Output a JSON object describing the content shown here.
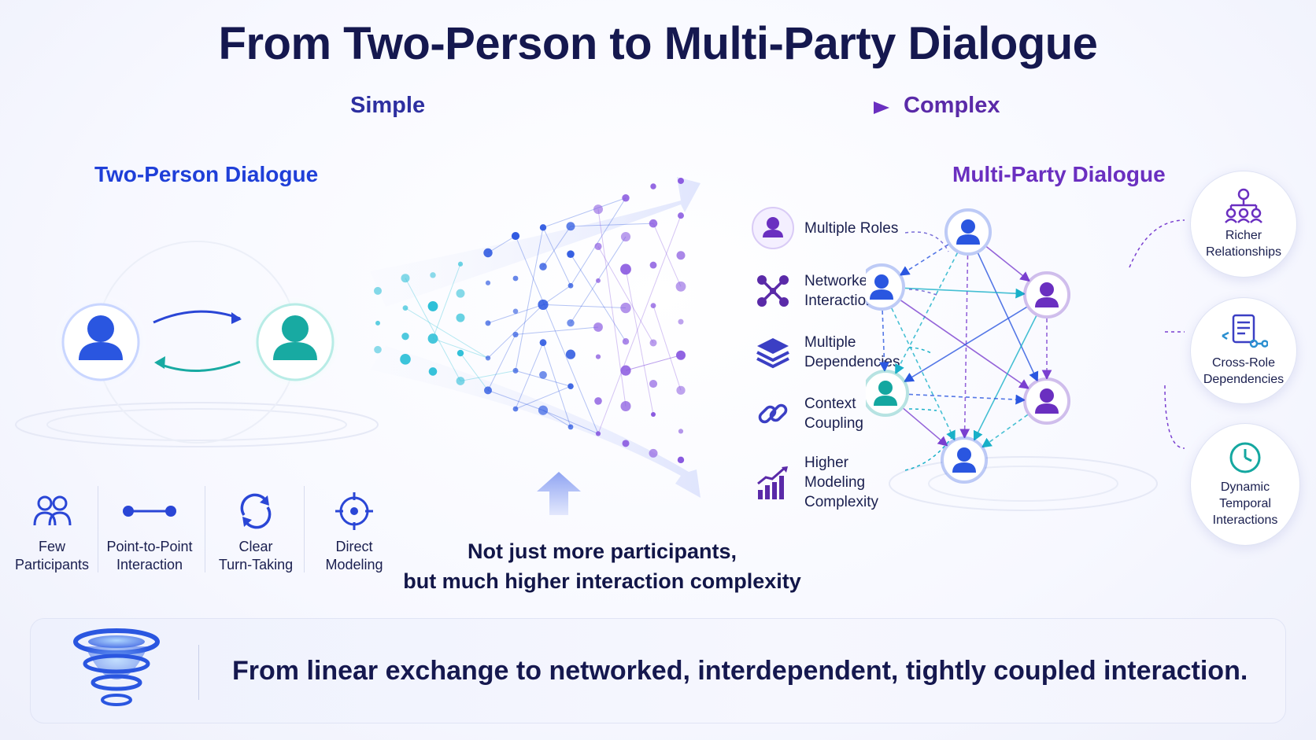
{
  "title": "From Two-Person to Multi-Party Dialogue",
  "scale": {
    "left": "Simple",
    "right": "Complex"
  },
  "two_person": {
    "title": "Two-Person Dialogue",
    "features": [
      {
        "icon": "people-icon",
        "line1": "Few",
        "line2": "Participants"
      },
      {
        "icon": "point-to-point-icon",
        "line1": "Point-to-Point",
        "line2": "Interaction"
      },
      {
        "icon": "cycle-arrows-icon",
        "line1": "Clear",
        "line2": "Turn-Taking"
      },
      {
        "icon": "target-icon",
        "line1": "Direct",
        "line2": "Modeling"
      }
    ]
  },
  "multi_party": {
    "title": "Multi-Party Dialogue",
    "items": [
      {
        "icon": "user-circle-icon",
        "lines": [
          "Multiple Roles"
        ]
      },
      {
        "icon": "network-icon",
        "lines": [
          "Networked",
          "Interaction"
        ]
      },
      {
        "icon": "layers-icon",
        "lines": [
          "Multiple",
          "Dependencies"
        ]
      },
      {
        "icon": "link-icon",
        "lines": [
          "Context",
          "Coupling"
        ]
      },
      {
        "icon": "growth-chart-icon",
        "lines": [
          "Higher",
          "Modeling",
          "Complexity"
        ]
      }
    ],
    "side": [
      {
        "icon": "hierarchy-icon",
        "lines": [
          "Richer",
          "Relationships"
        ]
      },
      {
        "icon": "document-flow-icon",
        "lines": [
          "Cross-Role",
          "Dependencies"
        ]
      },
      {
        "icon": "clock-icon",
        "lines": [
          "Dynamic",
          "Temporal",
          "Interactions"
        ]
      }
    ]
  },
  "caption": {
    "line1": "Not just more participants,",
    "line2": "but much higher interaction complexity"
  },
  "summary": "From linear exchange to networked, interdependent, tightly coupled interaction.",
  "colors": {
    "blue": "#1f3fd8",
    "teal": "#14a7a0",
    "purple": "#6a2fc0",
    "navy": "#15184f"
  }
}
